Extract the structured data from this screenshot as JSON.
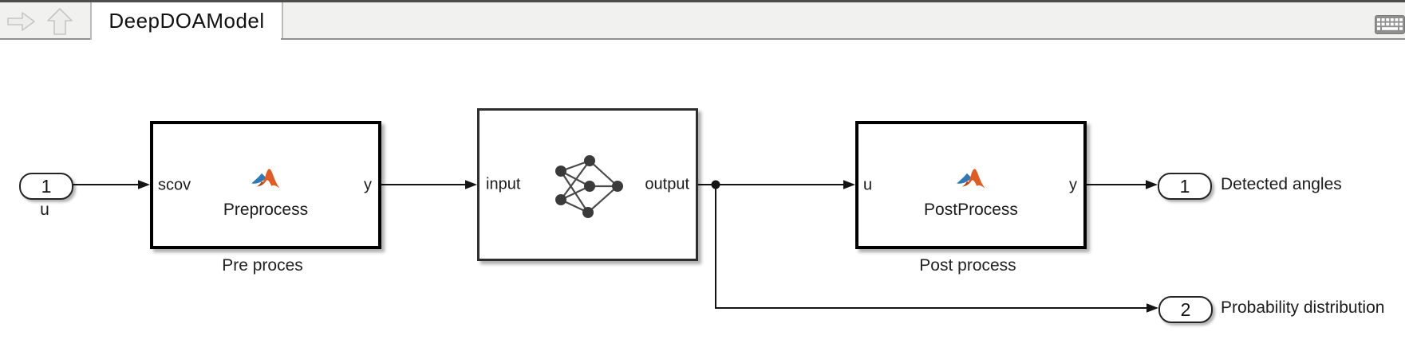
{
  "app": {
    "tab_title": "DeepDOAModel"
  },
  "toolbar": {
    "forward_icon": "forward-arrow",
    "up_icon": "up-to-parent-arrow",
    "keyboard_icon": "keyboard"
  },
  "model": {
    "inport": {
      "number": "1",
      "name": "u"
    },
    "blocks": [
      {
        "id": "preprocess",
        "port_in": "scov",
        "port_out": "y",
        "icon": "matlab-logo",
        "icon_caption": "Preprocess",
        "name": "Pre proces"
      },
      {
        "id": "network",
        "port_in": "input",
        "port_out": "output",
        "icon": "neural-network",
        "icon_caption": "",
        "name": ""
      },
      {
        "id": "postprocess",
        "port_in": "u",
        "port_out": "y",
        "icon": "matlab-logo",
        "icon_caption": "PostProcess",
        "name": "Post process"
      }
    ],
    "outports": [
      {
        "number": "1",
        "name": "Detected angles"
      },
      {
        "number": "2",
        "name": "Probability distribution"
      }
    ]
  },
  "colors": {
    "bar_bg": "#f1f1f0",
    "top_strip": "#4d4d4d",
    "wire": "#141414",
    "matlab_orange": "#de5d26",
    "matlab_blue": "#3079b5",
    "nn_node": "#3a3a3a"
  }
}
